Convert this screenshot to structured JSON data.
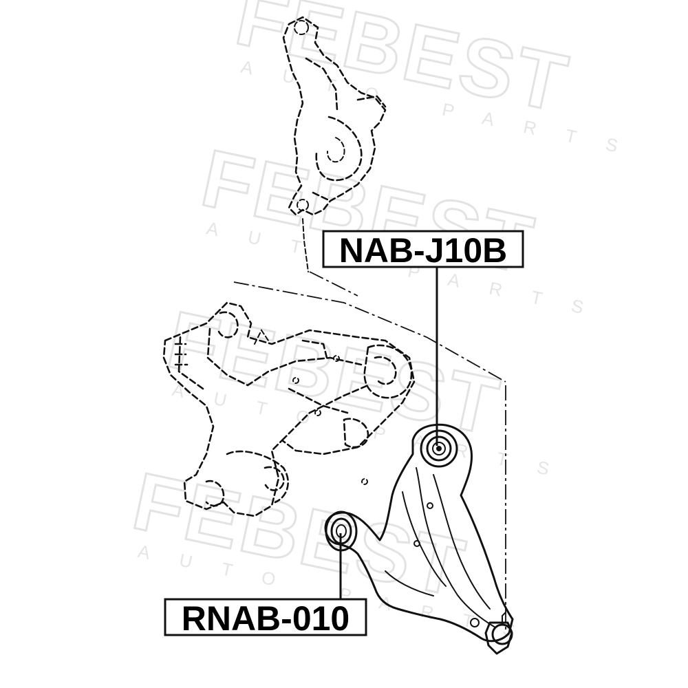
{
  "watermark": {
    "brand": "FEBEST",
    "subline": "AUTO PARTS"
  },
  "labels": {
    "upper_part": "NAB-J10B",
    "lower_part": "RNAB-010"
  }
}
